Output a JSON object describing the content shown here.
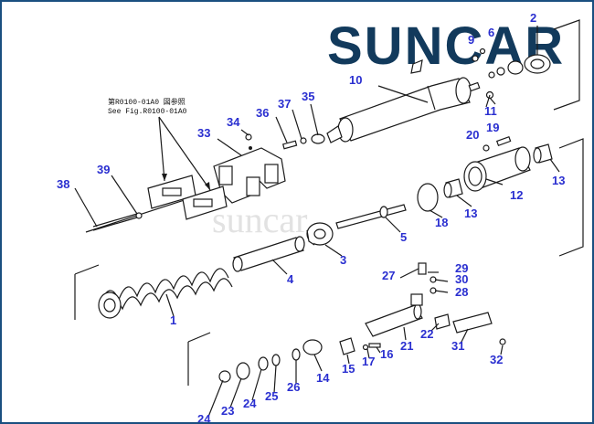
{
  "brand": {
    "logo_text": "SUNCAR",
    "watermark_text": "suncar"
  },
  "reference_note": {
    "line1": "第R0100-01A0 図参照",
    "line2": "See Fig.R0100-01A0"
  },
  "callouts": [
    {
      "id": "c1",
      "label": "1"
    },
    {
      "id": "c2",
      "label": "2"
    },
    {
      "id": "c3",
      "label": "3"
    },
    {
      "id": "c4",
      "label": "4"
    },
    {
      "id": "c5",
      "label": "5"
    },
    {
      "id": "c6",
      "label": "6"
    },
    {
      "id": "c9",
      "label": "9"
    },
    {
      "id": "c10",
      "label": "10"
    },
    {
      "id": "c11",
      "label": "11"
    },
    {
      "id": "c12",
      "label": "12"
    },
    {
      "id": "c13a",
      "label": "13"
    },
    {
      "id": "c13b",
      "label": "13"
    },
    {
      "id": "c14",
      "label": "14"
    },
    {
      "id": "c15",
      "label": "15"
    },
    {
      "id": "c16",
      "label": "16"
    },
    {
      "id": "c17",
      "label": "17"
    },
    {
      "id": "c18",
      "label": "18"
    },
    {
      "id": "c19",
      "label": "19"
    },
    {
      "id": "c20",
      "label": "20"
    },
    {
      "id": "c21",
      "label": "21"
    },
    {
      "id": "c22",
      "label": "22"
    },
    {
      "id": "c23",
      "label": "23"
    },
    {
      "id": "c24a",
      "label": "24"
    },
    {
      "id": "c24b",
      "label": "24"
    },
    {
      "id": "c25",
      "label": "25"
    },
    {
      "id": "c26",
      "label": "26"
    },
    {
      "id": "c27",
      "label": "27"
    },
    {
      "id": "c28",
      "label": "28"
    },
    {
      "id": "c29",
      "label": "29"
    },
    {
      "id": "c30",
      "label": "30"
    },
    {
      "id": "c31",
      "label": "31"
    },
    {
      "id": "c32",
      "label": "32"
    },
    {
      "id": "c33",
      "label": "33"
    },
    {
      "id": "c34",
      "label": "34"
    },
    {
      "id": "c35",
      "label": "35"
    },
    {
      "id": "c36",
      "label": "36"
    },
    {
      "id": "c37",
      "label": "37"
    },
    {
      "id": "c38",
      "label": "38"
    },
    {
      "id": "c39",
      "label": "39"
    }
  ]
}
